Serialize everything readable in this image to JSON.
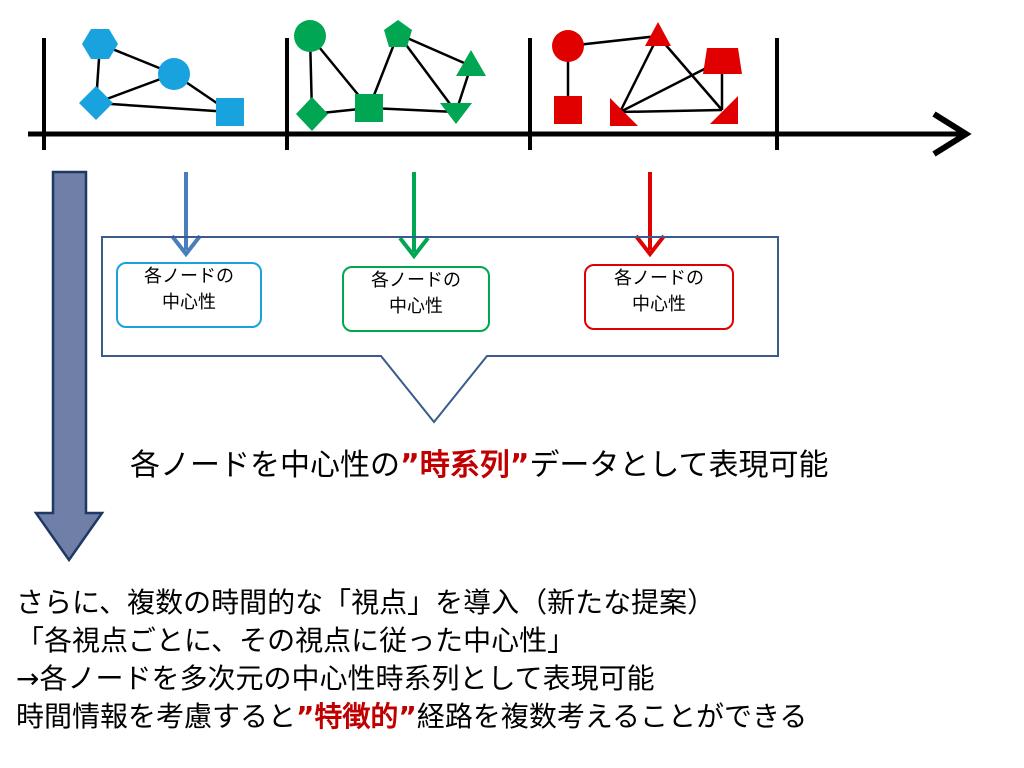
{
  "diagram": {
    "node_label": {
      "line1": "各ノードの",
      "line2": "中心性"
    },
    "summary": {
      "before": "各ノードを中心性の",
      "highlight": "”時系列”",
      "after": "データとして表現可能"
    },
    "notes": [
      {
        "text": "さらに、複数の時間的な「視点」を導入（新たな提案）"
      },
      {
        "text": "「各視点ごとに、その視点に従った中心性」"
      },
      {
        "text": "→各ノードを多次元の中心性時系列として表現可能"
      },
      {
        "before": "時間情報を考慮すると",
        "highlight": "”特徴的”",
        "after": "経路を複数考えることができる"
      }
    ],
    "colors": {
      "blue": "#18a3df",
      "green": "#00a651",
      "red": "#e00000",
      "arrow_blue": "#4a7ebb",
      "big_arrow": "#6f7fa8",
      "highlight": "#c00000",
      "callout": "#3a5b8c"
    },
    "windows": [
      {
        "color": "blue",
        "shapes": [
          "hexagon-icon",
          "circle-icon",
          "diamond-icon",
          "square-icon"
        ]
      },
      {
        "color": "green",
        "shapes": [
          "circle-icon",
          "pentagon-icon",
          "triangle-icon",
          "diamond-icon",
          "square-icon",
          "triangle-down-icon"
        ]
      },
      {
        "color": "red",
        "shapes": [
          "circle-icon",
          "triangle-icon",
          "trapezoid-icon",
          "square-icon",
          "right-triangle-icon",
          "right-triangle-icon"
        ]
      }
    ]
  }
}
